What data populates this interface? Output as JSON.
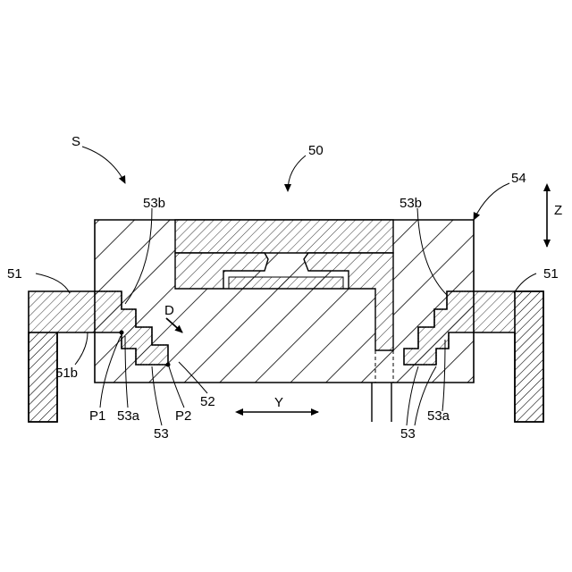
{
  "labels": {
    "s": "S",
    "n50": "50",
    "n54": "54",
    "z": "Z",
    "y": "Y",
    "d": "D",
    "n51_left": "51",
    "n51_right": "51",
    "n51b": "51b",
    "n53b_left": "53b",
    "n53b_right": "53b",
    "p1": "P1",
    "p2": "P2",
    "n53a_left": "53a",
    "n53a_right": "53a",
    "n53_left": "53",
    "n53_right": "53",
    "n52": "52"
  }
}
